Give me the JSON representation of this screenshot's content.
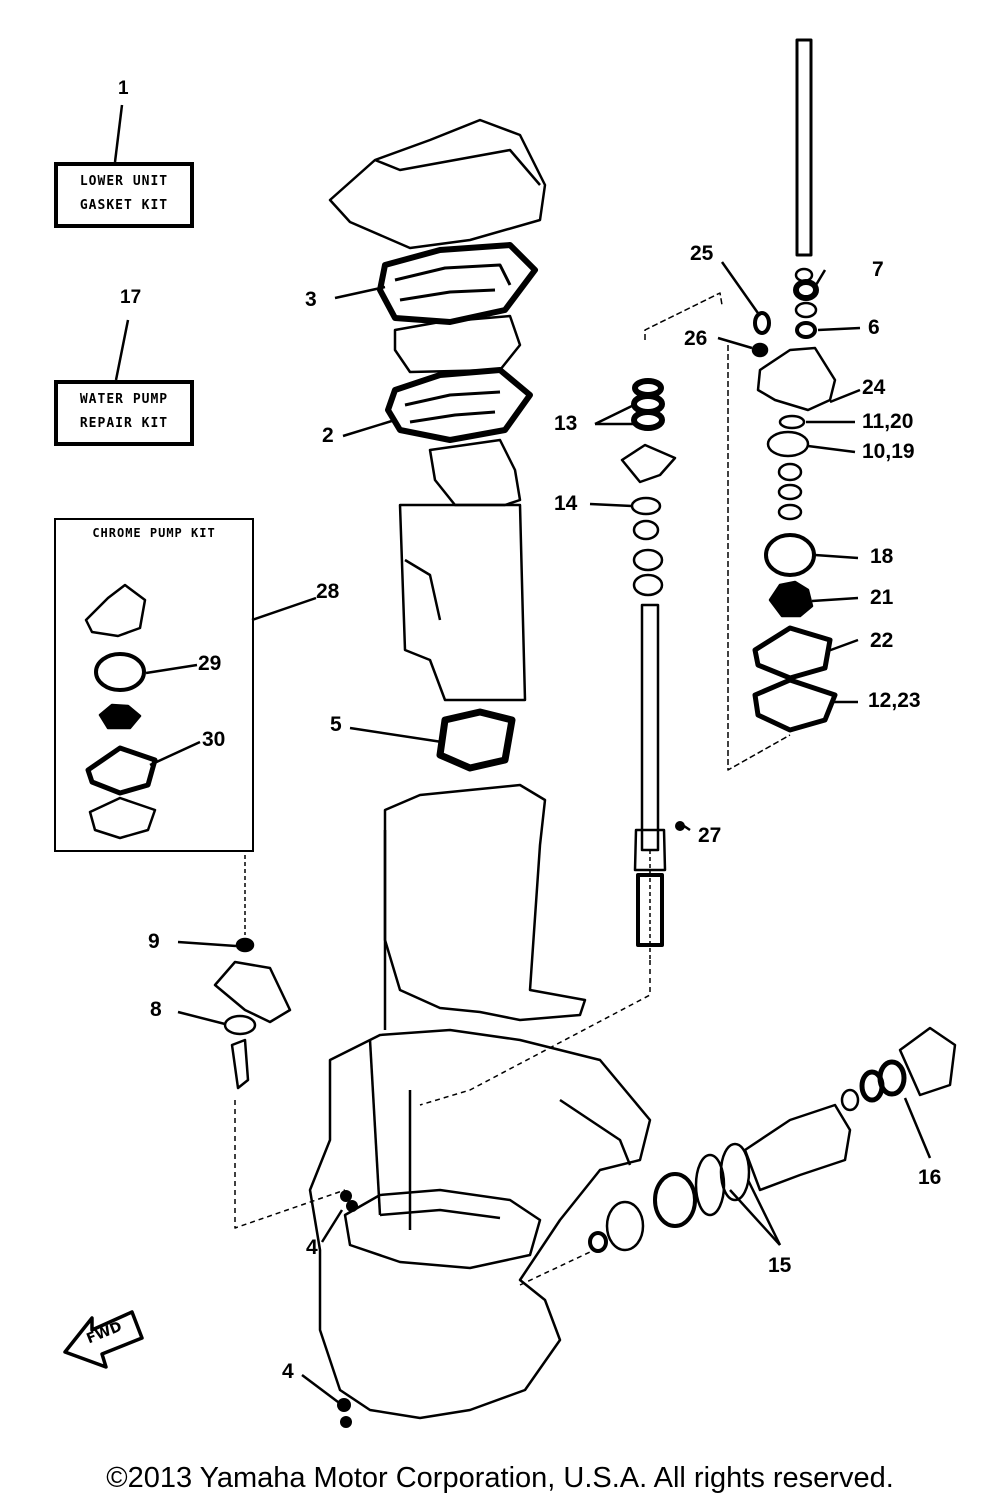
{
  "kits": {
    "lower_unit": {
      "number": "1",
      "line1": "LOWER UNIT",
      "line2": "GASKET KIT"
    },
    "water_pump": {
      "number": "17",
      "line1": "WATER PUMP",
      "line2": "REPAIR KIT"
    },
    "chrome_pump": {
      "title": "CHROME PUMP KIT",
      "number": "28"
    }
  },
  "callouts": {
    "c2": "2",
    "c3": "3",
    "c4a": "4",
    "c4b": "4",
    "c5": "5",
    "c6": "6",
    "c7": "7",
    "c8": "8",
    "c9": "9",
    "c10_19": "10,19",
    "c11_20": "11,20",
    "c12_23": "12,23",
    "c13": "13",
    "c14": "14",
    "c15": "15",
    "c16": "16",
    "c18": "18",
    "c21": "21",
    "c22": "22",
    "c24": "24",
    "c25": "25",
    "c26": "26",
    "c27": "27",
    "c29": "29",
    "c30": "30"
  },
  "fwd": "FWD",
  "copyright": "©2013 Yamaha Motor Corporation, U.S.A. All rights reserved."
}
